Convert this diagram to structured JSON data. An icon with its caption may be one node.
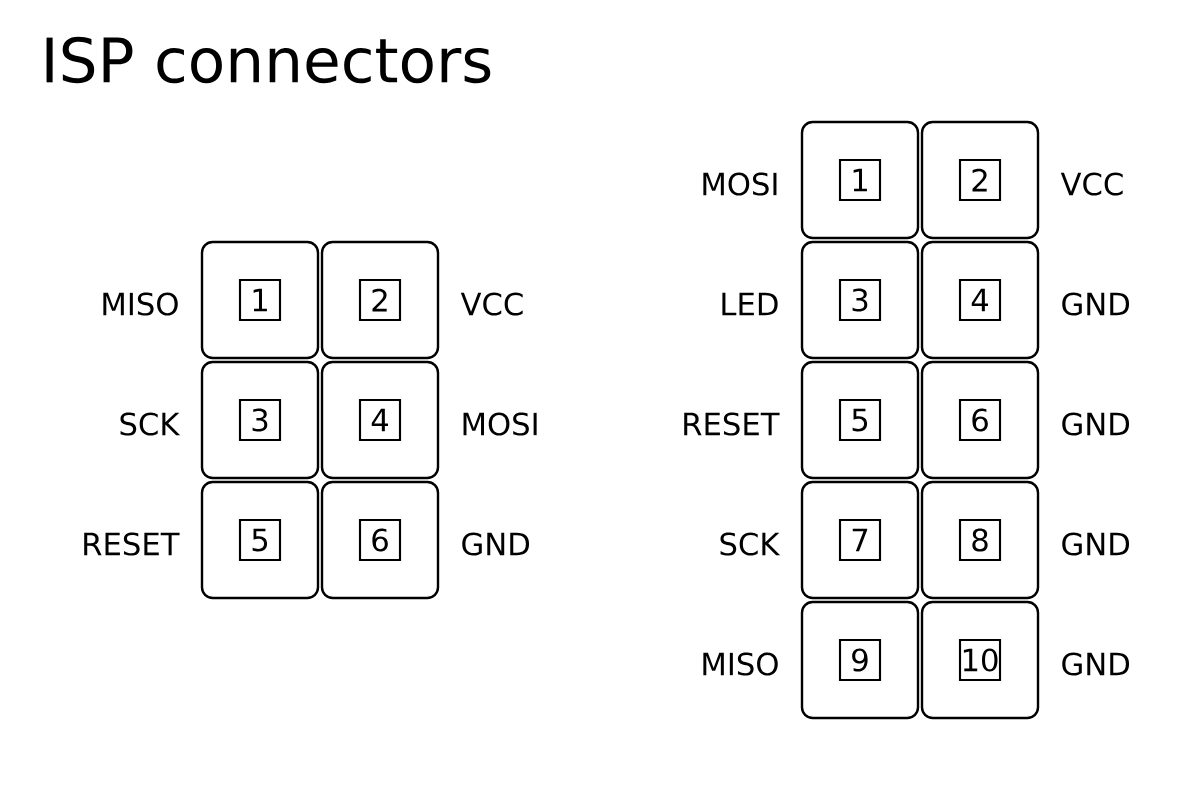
{
  "diagram": {
    "title": "ISP connectors",
    "nodes": [
      {
        "text": [
          "1"
        ],
        "beside": [
          "MISO"
        ]
      },
      {
        "text": [
          "2"
        ],
        "beside": [
          "VCC"
        ]
      },
      {
        "text": [
          "3"
        ],
        "beside": [
          "SCK"
        ]
      },
      {
        "text": [
          "4"
        ],
        "beside": [
          "MOSI"
        ]
      },
      {
        "text": [
          "5"
        ],
        "beside": [
          "RESET"
        ]
      },
      {
        "text": [
          "6"
        ],
        "beside": [
          "GND"
        ]
      },
      {
        "text": [
          "1"
        ],
        "beside": [
          "MOSI"
        ]
      },
      {
        "text": [
          "2"
        ],
        "beside": [
          "VCC"
        ]
      },
      {
        "text": [
          "3"
        ],
        "beside": [
          "LED"
        ]
      },
      {
        "text": [
          "4"
        ],
        "beside": [
          "GND"
        ]
      },
      {
        "text": [
          "5"
        ],
        "beside": [
          "RESET"
        ]
      },
      {
        "text": [
          "6"
        ],
        "beside": [
          "GND"
        ]
      },
      {
        "text": [
          "7"
        ],
        "beside": [
          "SCK"
        ]
      },
      {
        "text": [
          "8"
        ],
        "beside": [
          "GND"
        ]
      },
      {
        "text": [
          "9"
        ],
        "beside": [
          "MISO"
        ]
      },
      {
        "text": [
          "10"
        ],
        "beside": [
          "GND"
        ]
      }
    ],
    "edges": []
  }
}
